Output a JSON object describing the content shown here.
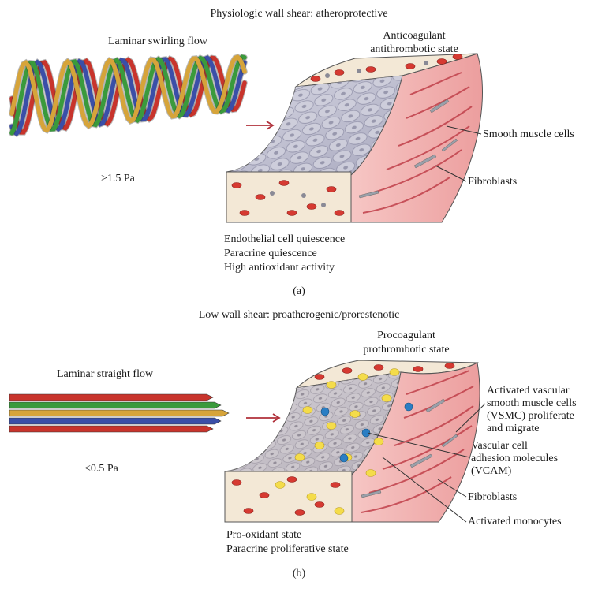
{
  "panel_a": {
    "title": "Physiologic wall shear: atheroprotective",
    "flow_label": "Laminar swirling flow",
    "shear_value": ">1.5 Pa",
    "state_top": [
      "Anticoagulant",
      "antithrombotic state"
    ],
    "labels": {
      "smooth_muscle": "Smooth muscle cells",
      "fibroblasts": "Fibroblasts"
    },
    "effects": [
      "Endothelial cell quiescence",
      "Paracrine quiescence",
      "High antioxidant activity"
    ],
    "caption": "(a)",
    "ribbon_colors": [
      "#c8342c",
      "#3a4fa8",
      "#3a9a3c",
      "#d6a43a"
    ]
  },
  "panel_b": {
    "title": "Low wall shear: proatherogenic/prorestenotic",
    "flow_label": "Laminar straight flow",
    "shear_value": "<0.5 Pa",
    "state_top": [
      "Procoagulant",
      "prothrombotic state"
    ],
    "labels": {
      "vsmc": [
        "Activated vascular",
        "smooth muscle cells",
        "(VSMC) proliferate",
        "and migrate"
      ],
      "vcam": [
        "Vascular cell",
        "adhesion molecules",
        "(VCAM)"
      ],
      "fibroblasts": "Fibroblasts",
      "monocytes": "Activated monocytes"
    },
    "effects": [
      "Pro-oxidant state",
      "Paracrine proliferative state"
    ],
    "caption": "(b)"
  },
  "colors": {
    "tissue_bg": "#f3e8d6",
    "media": "#f2b8b8",
    "endothelium": "#b9b9cc",
    "rbc": "#d63a32",
    "monocyte": "#f4dc4a",
    "vcam": "#2a7ec4",
    "arrow": "#b0303a"
  }
}
